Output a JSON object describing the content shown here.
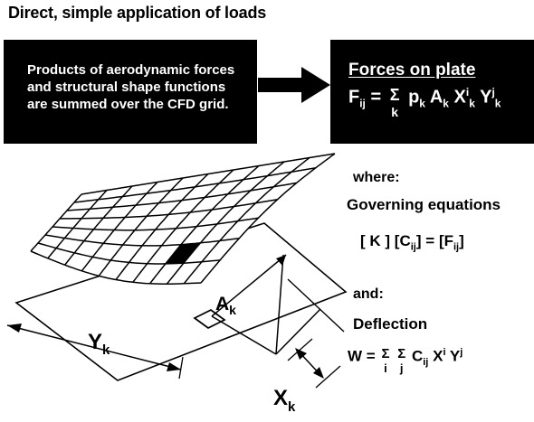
{
  "title": "Direct, simple application of loads",
  "left_box": {
    "lines": [
      "Products of aerodynamic forces",
      "and structural shape functions",
      "are summed over the CFD grid."
    ]
  },
  "right_box": {
    "title": "Forces on plate",
    "formula": {
      "F": "F",
      "F_sub": "ij",
      "equals": "=",
      "sigma": "Σ",
      "sigma_index": "k",
      "p": "p",
      "p_sub": "k",
      "A": "A",
      "A_sub": "k",
      "X": "X",
      "X_sup": "i",
      "X_sub": "k",
      "Y": "Y",
      "Y_sup": "j",
      "Y_sub": "k"
    }
  },
  "diagram": {
    "area_label": "A",
    "area_sub": "k",
    "y_label": "Y",
    "y_sub": "k",
    "x_label": "X",
    "x_sub": "k"
  },
  "where_label": "where:",
  "governing_label": "Governing equations",
  "governing_eq": {
    "K": "[ K ]",
    "C_open": "[C",
    "C_sub": "ij",
    "C_close": "]",
    "equals": "=",
    "F_open": "[F",
    "F_sub": "ij",
    "F_close": "]"
  },
  "and_label": "and:",
  "deflection_label": "Deflection",
  "deflection_eq": {
    "W": "W",
    "equals": "=",
    "sigma1": "Σ",
    "sigma1_index": "i",
    "sigma2": "Σ",
    "sigma2_index": "j",
    "C": "C",
    "C_sub": "ij",
    "X": "X",
    "X_sup": "i",
    "Y": "Y",
    "Y_sup": "j"
  }
}
